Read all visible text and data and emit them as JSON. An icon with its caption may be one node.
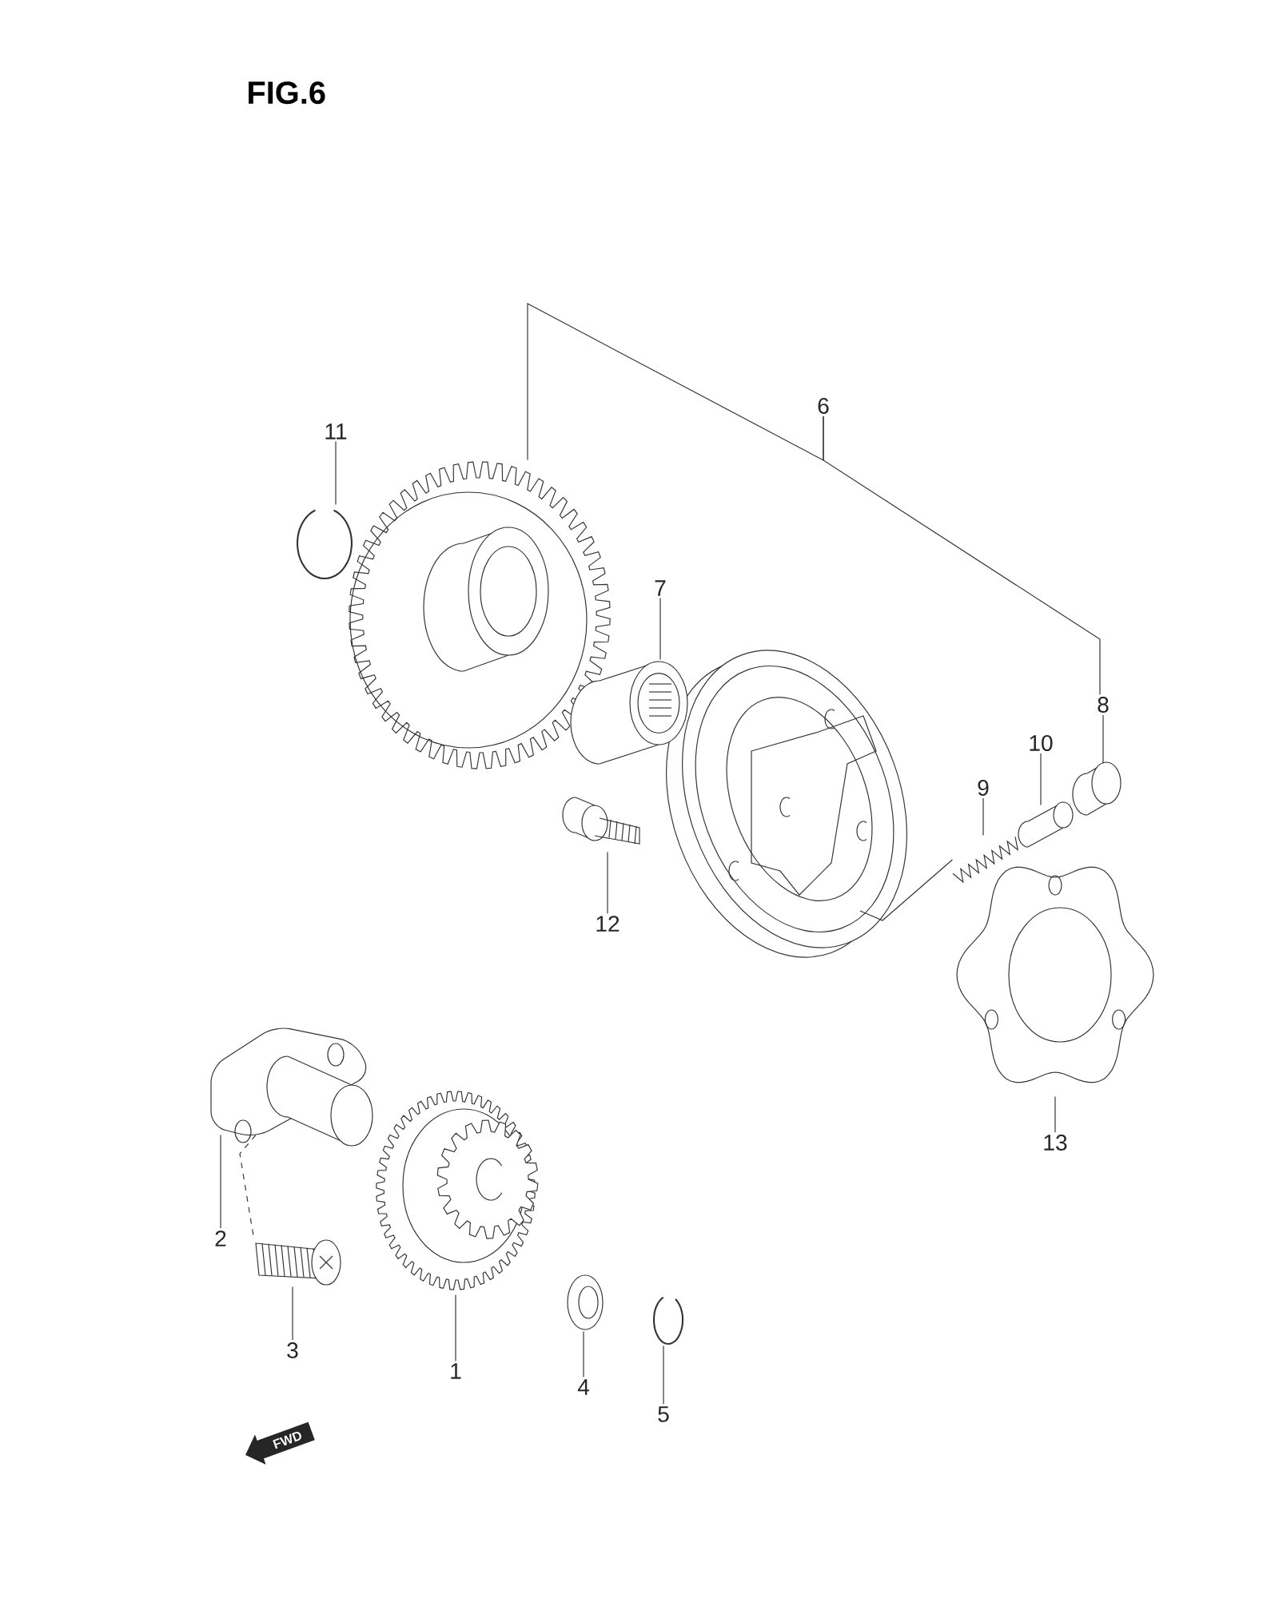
{
  "diagram": {
    "title": "FIG.6",
    "nodes": [
      {
        "text": [
          "11"
        ]
      },
      {
        "text": [],
        "shape": "picture"
      },
      {
        "text": [
          "6"
        ]
      },
      {
        "text": [],
        "shape": "picture"
      },
      {
        "text": [
          "7"
        ]
      },
      {
        "text": [],
        "shape": "picture"
      },
      {
        "text": [
          "8"
        ]
      },
      {
        "text": [],
        "shape": "picture"
      },
      {
        "text": [
          "10"
        ]
      },
      {
        "text": [],
        "shape": "picture"
      },
      {
        "text": [
          "9"
        ]
      },
      {
        "text": [],
        "shape": "picture"
      },
      {
        "text": [
          "12"
        ]
      },
      {
        "text": [],
        "shape": "picture"
      },
      {
        "text": [
          "13"
        ]
      },
      {
        "text": [],
        "shape": "picture"
      },
      {
        "text": [
          "2"
        ]
      },
      {
        "text": [],
        "shape": "picture"
      },
      {
        "text": [
          "3"
        ]
      },
      {
        "text": [],
        "shape": "picture"
      },
      {
        "text": [
          "1"
        ]
      },
      {
        "text": [],
        "shape": "picture"
      },
      {
        "text": [
          "4"
        ]
      },
      {
        "text": [],
        "shape": "picture"
      },
      {
        "text": [
          "5"
        ]
      },
      {
        "text": [],
        "shape": "picture"
      },
      {
        "text": [],
        "shape": "picture"
      }
    ],
    "edges": [
      {
        "from": 0,
        "to": 1,
        "arrow": "none"
      },
      {
        "from": 2,
        "to": 3,
        "arrow": "none"
      },
      {
        "from": 4,
        "to": 5,
        "arrow": "none"
      },
      {
        "from": 6,
        "to": 7,
        "arrow": "none"
      },
      {
        "from": 8,
        "to": 9,
        "arrow": "none"
      },
      {
        "from": 10,
        "to": 11,
        "arrow": "none"
      },
      {
        "from": 12,
        "to": 13,
        "arrow": "none"
      },
      {
        "from": 14,
        "to": 15,
        "arrow": "none"
      },
      {
        "from": 16,
        "to": 17,
        "arrow": "none"
      },
      {
        "from": 18,
        "to": 19,
        "arrow": "none"
      },
      {
        "from": 20,
        "to": 21,
        "arrow": "none"
      },
      {
        "from": 22,
        "to": 23,
        "arrow": "none"
      },
      {
        "from": 24,
        "to": 25,
        "arrow": "none"
      },
      {
        "from": 2,
        "to": 6,
        "arrow": "none"
      },
      {
        "from": 11,
        "to": 26,
        "arrow": "none"
      },
      {
        "from": 17,
        "to": 19,
        "arrow": "none",
        "style": "dashed"
      }
    ],
    "labels": [
      "FWD"
    ]
  }
}
